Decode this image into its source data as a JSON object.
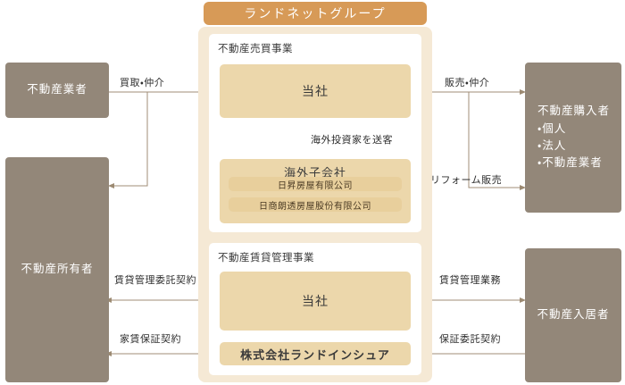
{
  "group": {
    "header_label": "ランドネットグループ",
    "header_color": "#d79a57",
    "body_color": "#f5e9d5"
  },
  "segments": {
    "sales": {
      "title": "不動産売買事業",
      "company_label": "当社",
      "subsidiary_group_title": "海外子会社",
      "subsidiaries": [
        {
          "name": "日昇房屋有限公司"
        },
        {
          "name": "日商朗透房屋股份有限公司"
        }
      ]
    },
    "rental": {
      "title": "不動産賃貸管理事業",
      "company_label": "当社",
      "insure_label": "株式会社ランドインシュア"
    }
  },
  "entities": {
    "agent": {
      "label": "不動産業者"
    },
    "owner": {
      "label": "不動産所有者"
    },
    "buyer": {
      "label": "不動産購入者",
      "items": [
        "・個人",
        "・法人",
        "・不動産業者"
      ]
    },
    "tenant": {
      "label": "不動産入居者"
    }
  },
  "connectors": {
    "purchase_brokerage": "買取・仲介",
    "sales_brokerage": "販売・仲介",
    "reform_sales": "リフォーム販売",
    "overseas_investors": "海外投資家を送客",
    "rental_mgmt_contract": "賃貸管理委託契約",
    "rent_guarantee_contract": "家賃保証契約",
    "rental_mgmt_service": "賃貸管理業務",
    "guarantee_entrust_contract": "保証委託契約"
  },
  "colors": {
    "entity": "#938779",
    "box_tan": "#ecd7ab",
    "box_tan_sub": "#e8cf9c",
    "connector": "#a08e77"
  }
}
